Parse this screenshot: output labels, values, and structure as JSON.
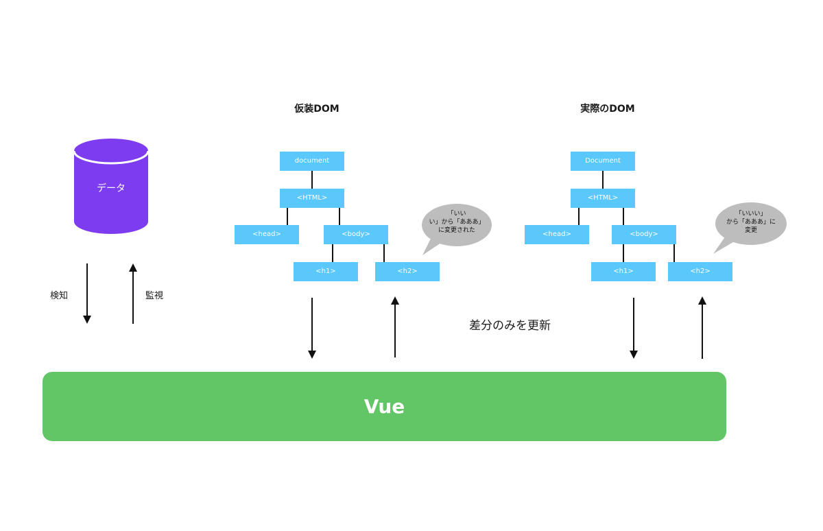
{
  "virtual_dom": {
    "title": "仮装DOM",
    "nodes": {
      "document": "document",
      "html": "<HTML>",
      "head": "<head>",
      "body": "<body>",
      "h1": "<h1>",
      "h2": "<h2>"
    },
    "bubble_lines": [
      "「いい",
      "い」から「あああ」",
      "に変更された"
    ]
  },
  "real_dom": {
    "title": "実際のDOM",
    "nodes": {
      "document": "Document",
      "html": "<HTML>",
      "head": "<head>",
      "body": "<body>",
      "h1": "<h1>",
      "h2": "<h2>"
    },
    "bubble_lines": [
      "「いいい」",
      "から「あああ」に",
      "変更"
    ]
  },
  "data_store": {
    "label": "データ"
  },
  "labels": {
    "detect": "検知",
    "watch": "監視",
    "diff_update": "差分のみを更新"
  },
  "vue": {
    "label": "Vue"
  },
  "colors": {
    "node": "#5ac8fa",
    "cylinder": "#7d3cf0",
    "vue_bar": "#62c667",
    "bubble": "#bdbdbd"
  }
}
